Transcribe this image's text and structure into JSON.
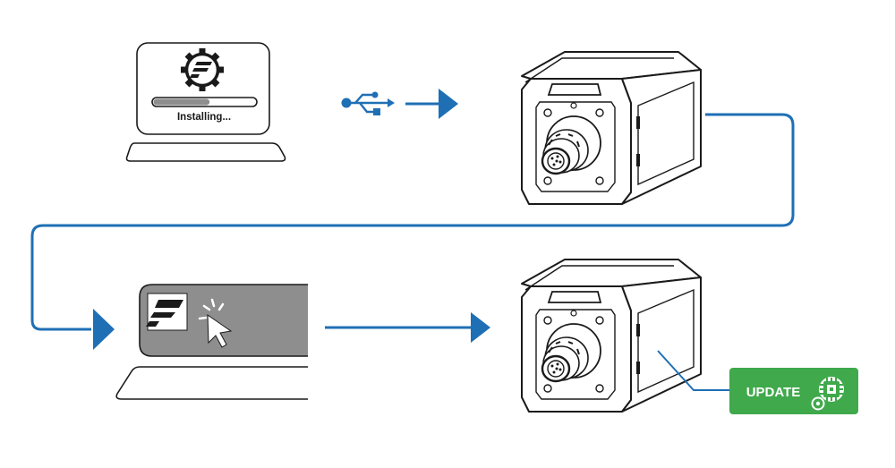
{
  "diagram": {
    "title": "Firmware update workflow",
    "install_screen": {
      "status_text": "Installing...",
      "progress_percent": 55
    },
    "update_badge": {
      "label": "UPDATE"
    },
    "colors": {
      "flow_blue": "#1f6fb5",
      "badge_green": "#3fa94b",
      "screen_gray": "#8e8e8e",
      "outline": "#1a1a1a"
    },
    "icons": [
      "gear-logo-icon",
      "usb-icon",
      "fanatec-logo-icon",
      "cursor-click-icon",
      "chip-icon"
    ]
  }
}
